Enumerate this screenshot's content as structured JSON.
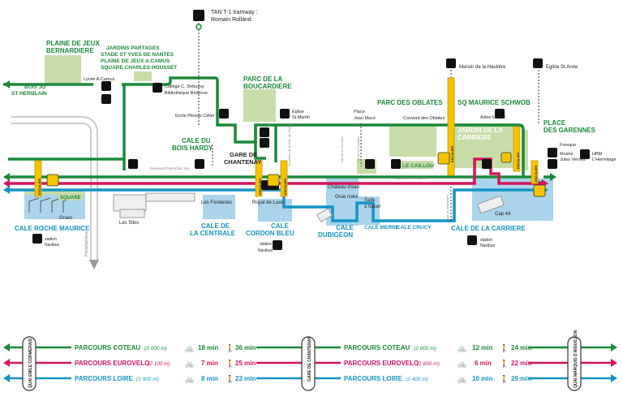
{
  "colors": {
    "coteau": "#1a8a3a",
    "eurovelo": "#d4145a",
    "loire": "#1593c6",
    "park": "#c8dca8",
    "water": "#a9d4ec",
    "yellow": "#f5c400"
  },
  "labels": {
    "tram_top": "TAN T-1 tramway :",
    "tram_bottom": "Romain Rolland",
    "plaine_1": "PLAINE DE JEUX",
    "plaine_2": "BERNARDIERE",
    "jardins_1": "JARDINS PARTAGES",
    "jardins_2": "STADE ST YVES DE NANTES",
    "jardins_3": "PLAINE DE JEUX A.CAMUS",
    "jardins_4": "SQUARE CHARLES HOUSSET",
    "bois_1": "BOIS JO",
    "bois_2": "ST HERBLAIN",
    "lycee": "Lycée A.Camus",
    "college_1": "Collège C. Debussy",
    "college_2": "Bibliothèque Bellevue",
    "boucardiere_1": "PARC DE LA",
    "boucardiere_2": "BOUCARDIERE",
    "plessis": "Ecole Plessis Celier",
    "eglise_martin_1": "Eglise",
    "eglise_martin_2": "St.Martin",
    "place_mace_1": "Place",
    "place_mace_2": "Jean Macé",
    "oblates": "PARC DES OBLATES",
    "couvent": "Couvent des Oblates",
    "schwob": "SQ MAURICE SCHWOB",
    "arbre": "Arbre lunaire",
    "manoir": "Manoir de la Hautière",
    "eglise_anne": "Eglise St.Anne",
    "garennes_1": "PLACE",
    "garennes_2": "DES GARENNES",
    "fresque": "Fresque",
    "musee_1": "Musée",
    "musee_2": "Jules Vernes",
    "hbm_1": "HBM",
    "hbm_2": "L'Hermitage",
    "jardin_carriere_1": "JARDIN DE LA",
    "jardin_carriere_2": "CARRIERE",
    "bois_hardy_1": "CALE DU",
    "bois_hardy_2": "BOIS HARDY",
    "gare_1": "GARE DE",
    "gare_2": "CHANTENAY",
    "caillou": "LE CAILLOU",
    "bd_juin": "boulevard Maréchal Juin",
    "bd_cardiff": "boulevard de Cardiff",
    "chateau": "Chateau d'eau",
    "grue_noire": "Grue noire",
    "salle_1": "Salle",
    "salle_2": "à tracer",
    "fonderies": "Les Fonderies",
    "royal": "Royal de Luxe",
    "silos": "Les Silos",
    "grues": "Grues",
    "square": "SQUARE",
    "roche_maurice": "CALE ROCHE MAURICE",
    "station": "station",
    "navibus": "Navibus",
    "centrale_1": "CALE DE",
    "centrale_2": "LA CENTRALE",
    "cordon_1": "CALE",
    "cordon_2": "CORDON BLEU",
    "dubigeon_1": "CALE",
    "dubigeon_2": "DUBIGEON",
    "merre": "CALE MERRE",
    "crucy": "CALE CRUCY",
    "cale_carriere": "CALE DE LA CARRIERE",
    "cap44": "Cap 44",
    "peripherique": "Périphérique",
    "escalier": "ESCALIER",
    "rue_fonderie": "rue de la Fonderie",
    "rue_eglise": "Escaliers de la Rue de l'Eglise",
    "rue_chalatre": "rue de la Chalâtre",
    "rue_simon": "rue du Sébastien",
    "escalier_jardin": "ESCALIER"
  },
  "legend": {
    "left_cap": "QUAI EMILE CORMERAIS",
    "mid_cap": "GARE DE CHANTENAY",
    "right_cap": "QUAI MARQUIS D'AIGUILLON",
    "rows": [
      {
        "name": "PARCOURS COTEAU",
        "dist_l": "(3 000 m)",
        "bike_l": "18 min",
        "walk_l": "36 min",
        "dist_r": "(2 000 m)",
        "bike_r": "12 min",
        "walk_r": "24 min"
      },
      {
        "name": "PARCOURS EUROVELO",
        "dist_l": "(2 100 m)",
        "bike_l": "7 min",
        "walk_l": "25 min",
        "dist_r": "(1 800 m)",
        "bike_r": "6 min",
        "walk_r": "22 min"
      },
      {
        "name": "PARCOURS LOIRE",
        "dist_l": "(1 900 m)",
        "bike_l": "8 min",
        "walk_l": "23 min",
        "dist_r": "(2 400 m)",
        "bike_r": "10 min",
        "walk_r": "29 min"
      }
    ]
  }
}
